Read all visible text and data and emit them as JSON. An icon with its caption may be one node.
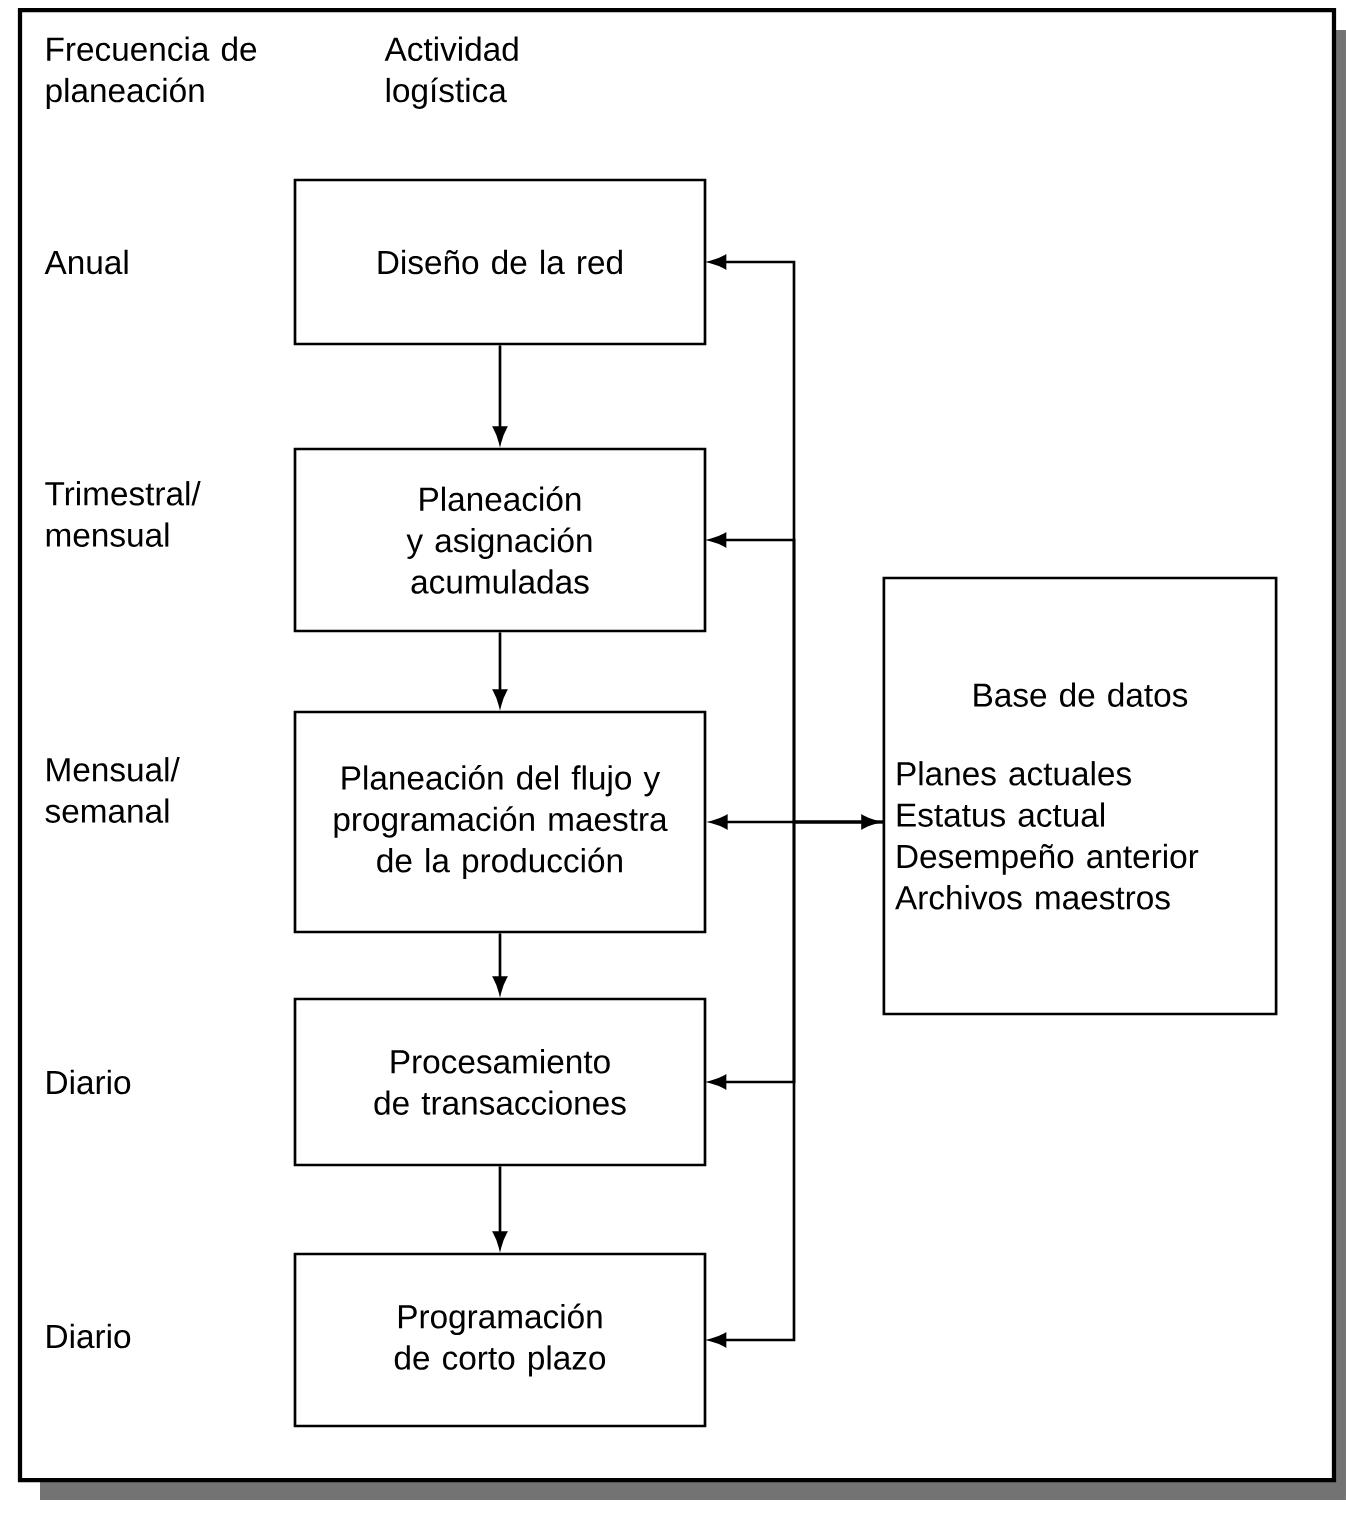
{
  "diagram": {
    "nodes": [
      {
        "text": [
          "Diseño de la red"
        ]
      },
      {
        "text": [
          "Planeación y asignación acumuladas"
        ]
      },
      {
        "text": [
          "Planeación del flujo y programación maestra de la producción"
        ]
      },
      {
        "text": [
          "Procesamiento de transacciones"
        ]
      },
      {
        "text": [
          "Programación de corto plazo"
        ]
      },
      {
        "text": [
          "Base de datos",
          "Planes actuales",
          "Estatus actual",
          "Desempeño anterior",
          "Archivos maestros"
        ]
      }
    ],
    "edges": [
      {
        "from": 0,
        "to": 1,
        "arrow": "to"
      },
      {
        "from": 1,
        "to": 2,
        "arrow": "to"
      },
      {
        "from": 2,
        "to": 3,
        "arrow": "to"
      },
      {
        "from": 3,
        "to": 4,
        "arrow": "to"
      },
      {
        "from": 2,
        "to": 5,
        "arrow": "both"
      },
      {
        "from": 5,
        "to": 0,
        "arrow": "to"
      },
      {
        "from": 5,
        "to": 1,
        "arrow": "to"
      },
      {
        "from": 5,
        "to": 3,
        "arrow": "to"
      },
      {
        "from": 5,
        "to": 4,
        "arrow": "to"
      }
    ],
    "labels": [
      "Frecuencia de planeación",
      "Actividad logística",
      "Anual",
      "Trimestral/ mensual",
      "Mensual/ semanal",
      "Diario",
      "Diario"
    ]
  }
}
